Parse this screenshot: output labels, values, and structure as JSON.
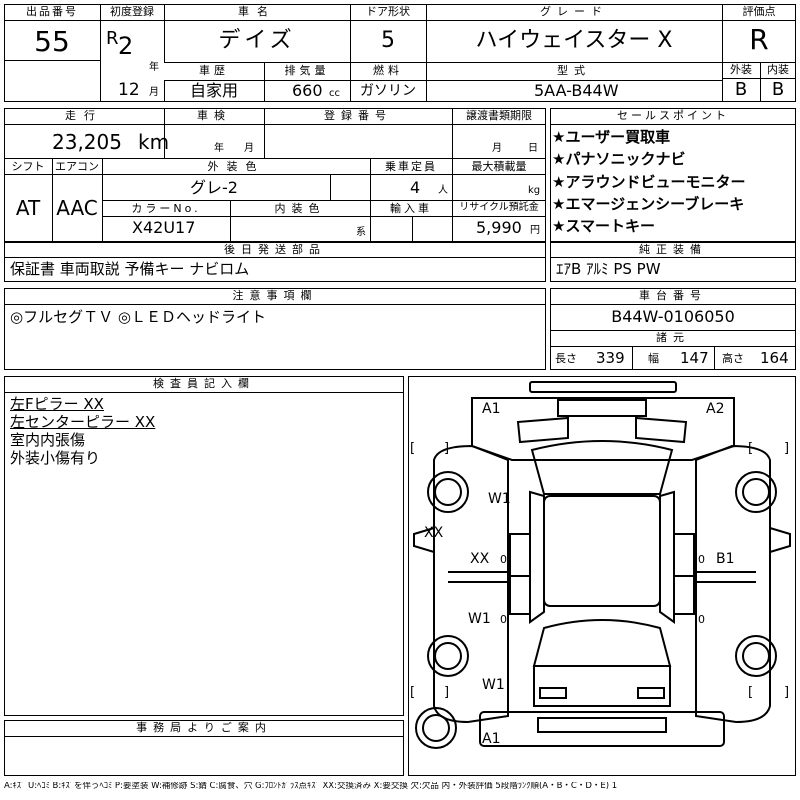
{
  "header": {
    "lot_label": "出品番号",
    "lot": "55",
    "first_reg_label": "初度登録",
    "era": "R",
    "era_year": "2",
    "year_unit": "年",
    "month": "12",
    "month_unit": "月",
    "model_label": "車名",
    "model": "デイズ",
    "doors_label": "ドア形状",
    "doors": "5",
    "grade_label": "グレード",
    "grade": "ハイウェイスター X",
    "score_label": "評価点",
    "score": "R",
    "history_label": "車歴",
    "history": "自家用",
    "displacement_label": "排気量",
    "displacement": "660",
    "displacement_unit": "cc",
    "fuel_label": "燃料",
    "fuel": "ガソリン",
    "type_label": "型式",
    "type": "5AA-B44W",
    "exterior_label": "外装",
    "exterior_grade": "B",
    "interior_label": "内装",
    "interior_grade": "B"
  },
  "row2": {
    "mileage_label": "走行",
    "mileage": "23,205",
    "mileage_unit": "km",
    "inspection_label": "車検",
    "year_unit": "年",
    "month_unit": "月",
    "reg_no_label": "登録番号",
    "transfer_label": "譲渡書類期限",
    "transfer_month": "月",
    "transfer_day": "日",
    "shift_label": "シフト",
    "shift": "AT",
    "ac_label": "エアコン",
    "ac": "AAC",
    "color_label": "外装色",
    "color": "グレ-2",
    "capacity_label": "乗車定員",
    "capacity": "4",
    "capacity_unit": "人",
    "load_label": "最大積載量",
    "load_unit": "kg",
    "color_no_label": "カラーNo.",
    "color_no": "X42U17",
    "int_color_label": "内装色",
    "int_color_unit": "系",
    "import_label": "輸入車",
    "recycle_label": "リサイクル預託金",
    "recycle": "5,990",
    "recycle_unit": "円"
  },
  "sales_points": {
    "label": "セールスポイント",
    "items": [
      "★ユーザー買取車",
      "★パナソニックナビ",
      "★アラウンドビューモニター",
      "★エマージェンシーブレーキ",
      "★スマートキー"
    ]
  },
  "later_parts": {
    "label": "後日発送部品",
    "value": "保証書 車両取説 予備キー ナビロム"
  },
  "equipment": {
    "label": "純正装備",
    "value": "ｴｱB ｱﾙﾐ PS PW"
  },
  "notes": {
    "label": "注意事項欄",
    "value": "◎フルセグＴＶ ◎ＬＥＤヘッドライト"
  },
  "chassis": {
    "label": "車台番号",
    "value": "B44W-0106050"
  },
  "dimensions": {
    "label": "諸元",
    "length_label": "長さ",
    "length": "339",
    "width_label": "幅",
    "width": "147",
    "height_label": "高さ",
    "height": "164"
  },
  "inspector": {
    "label": "検査員記入欄",
    "lines": [
      "左Fピラー XX",
      "左センターピラー XX",
      "室内内張傷",
      "外装小傷有り"
    ]
  },
  "office": {
    "label": "事務局よりご案内"
  },
  "diagram_marks": {
    "a1_top": "A1",
    "a2_top": "A2",
    "w1_a": "W1",
    "xx_side": "XX",
    "xx_inner": "XX",
    "b1": "B1",
    "w1_b": "W1",
    "w1_c": "W1",
    "a1_bottom": "A1",
    "zero": "0",
    "bracket_l": "[",
    "bracket_r": "]"
  },
  "legend": "A:ｷｽﾞ U:ﾍｺﾐ B:ｷｽﾞを伴うﾍｺﾐ P:要塗装 W:補修跡 S:錆 C:腐食、穴 G:ﾌﾛﾝﾄｶﾞﾗｽ点ｷｽﾞ XX:交換済み X:要交換 欠:欠品 内・外装評価 5段階ﾗﾝｸ順(A・B・C・D・E) 1"
}
